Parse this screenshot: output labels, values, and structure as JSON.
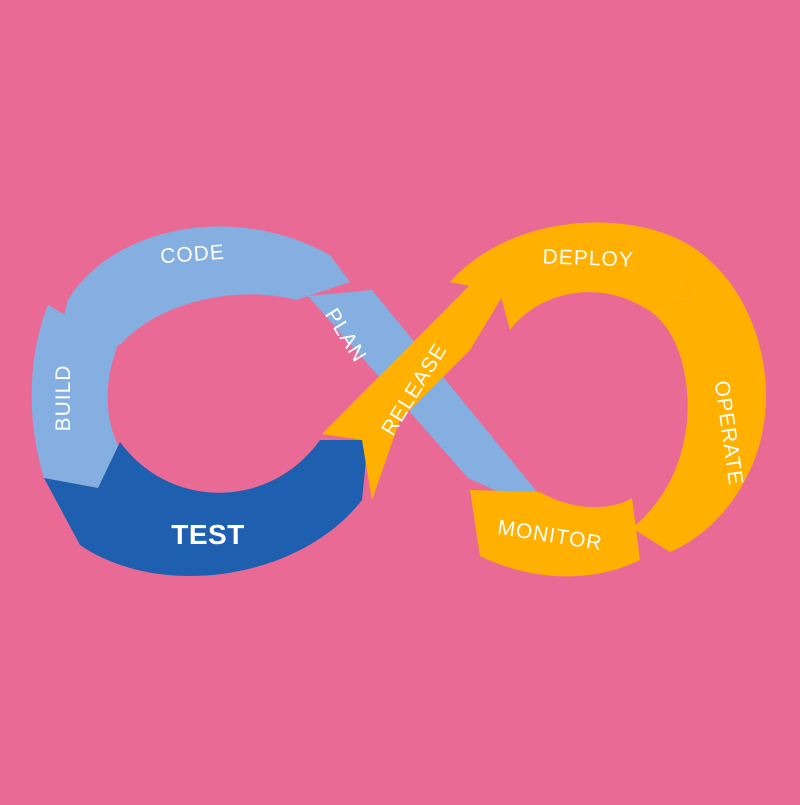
{
  "background_color": "#e96b95",
  "colors": {
    "light_blue": "#85afe0",
    "dark_blue": "#1f5fb0",
    "orange": "#ffb000",
    "label": "#ffffff"
  },
  "stages": {
    "plan": "PLAN",
    "code": "CODE",
    "build": "BUILD",
    "test": "TEST",
    "release": "RELEASE",
    "deploy": "DEPLOY",
    "operate": "OPERATE",
    "monitor": "MONITOR"
  }
}
